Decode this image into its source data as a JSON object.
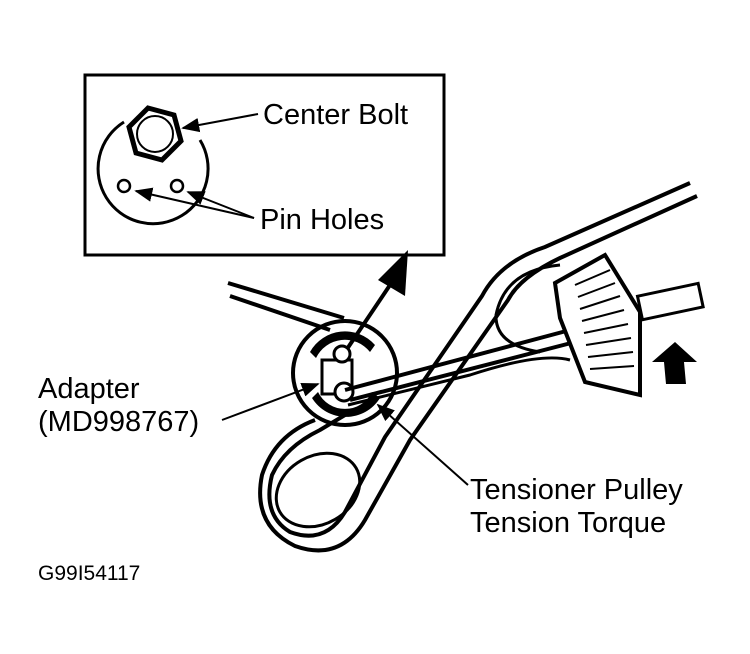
{
  "labels": {
    "center_bolt": "Center Bolt",
    "pin_holes": "Pin Holes",
    "adapter_line1": "Adapter",
    "adapter_line2": "(MD998767)",
    "tensioner_line1": "Tensioner Pulley",
    "tensioner_line2": "Tension Torque",
    "figure_code": "G99I54117"
  }
}
